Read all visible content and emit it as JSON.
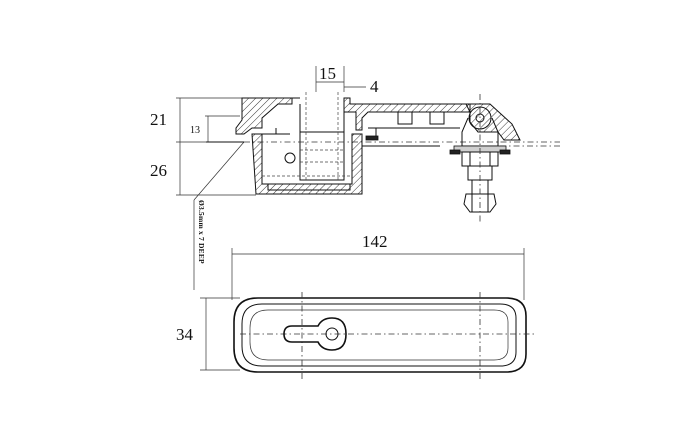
{
  "drawing": {
    "dimensions": {
      "d15": "15",
      "d4": "4",
      "d21": "21",
      "d13": "13",
      "d26": "26",
      "d142": "142",
      "d34": "34"
    },
    "note": "Ø3.5mm x 7 DEEP"
  }
}
